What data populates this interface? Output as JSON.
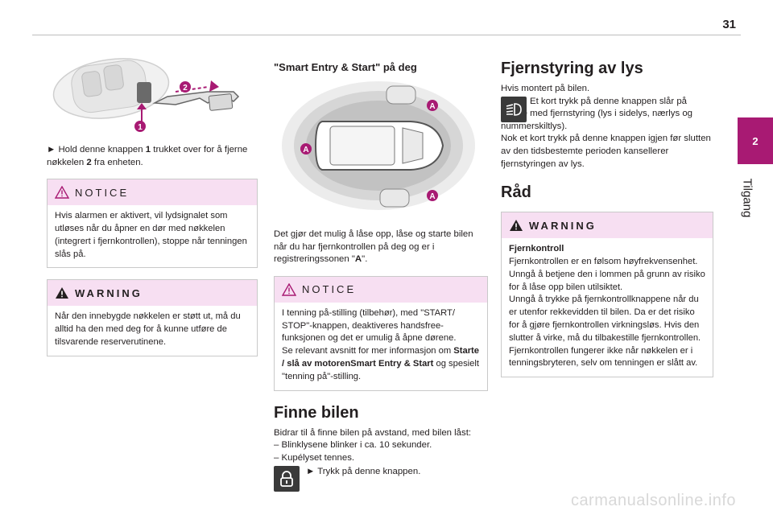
{
  "page": {
    "number": "31",
    "chapter_number": "2",
    "chapter_title": "Tilgang",
    "accent": "#a81a73",
    "box_header_bg": "#f7dff2"
  },
  "col1": {
    "instruction": {
      "arrow": "►",
      "t1": "Hold denne knappen ",
      "b1": "1",
      "t2": " trukket over for å fjerne nøkkelen ",
      "b2": "2",
      "t3": " fra enheten."
    },
    "figure_labels": {
      "one": "1",
      "two": "2"
    },
    "notice": {
      "title": "NOTICE",
      "body": "Hvis alarmen er aktivert, vil lydsignalet som utløses når du åpner en dør med nøkkelen (integrert i fjernkontrollen), stoppe når tenningen slås på."
    },
    "warning": {
      "title": "WARNING",
      "body": "Når den innebygde nøkkelen er støtt ut, må du alltid ha den med deg for å kunne utføre de tilsvarende reserverutinene."
    }
  },
  "col2": {
    "heading": "\"Smart Entry & Start\" på deg",
    "figure_labels": {
      "a": "A"
    },
    "text": {
      "t1": "Det gjør det mulig å låse opp, låse og starte bilen når du har fjernkontrollen på deg og er i registreringssonen \"",
      "b1": "A",
      "t2": "\"."
    },
    "notice": {
      "title": "NOTICE",
      "t1": "I tenning på-stilling (tilbehør), med \"START/ STOP\"-knappen, deaktiveres handsfree-funksjonen og det er umulig å åpne dørene.",
      "t2": "Se relevant avsnitt for mer informasjon om ",
      "b1": "Starte / slå av motorenSmart Entry & Start",
      "t3": " og spesielt \"tenning på\"-stilling."
    },
    "section": {
      "heading": "Finne bilen",
      "intro": "Bidrar til å finne bilen på avstand, med bilen låst:",
      "bullet1": "–  Blinklysene blinker i ca. 10 sekunder.",
      "bullet2": "–  Kupélyset tennes.",
      "action": "►  Trykk på denne knappen."
    }
  },
  "col3": {
    "heading": "Fjernstyring av lys",
    "p1": "Hvis montert på bilen.",
    "p2": "Et kort trykk på denne knappen slår på lysene med fjernstyring (lys i sidelys, nærlys og nummerskiltlys).",
    "p3": "Nok et kort trykk på denne knappen igjen før slutten av den tidsbestemte perioden kansellerer fjernstyringen av lys.",
    "advice_heading": "Råd",
    "warning": {
      "title": "WARNING",
      "subtitle": "Fjernkontroll",
      "p1": "Fjernkontrollen er en følsom høyfrekvensenhet. Unngå å betjene den i lommen på grunn av risiko for å låse opp bilen utilsiktet.",
      "p2": "Unngå å trykke på fjernkontrollknappene når du er utenfor rekkevidden til bilen. Da er det risiko for å gjøre fjernkontrollen virkningsløs. Hvis den slutter å virke, må du tilbakestille fjernkontrollen.",
      "p3": "Fjernkontrollen fungerer ikke når nøkkelen er i tenningsbryteren, selv om tenningen er slått av."
    }
  },
  "watermark": "carmanualsonline.info"
}
